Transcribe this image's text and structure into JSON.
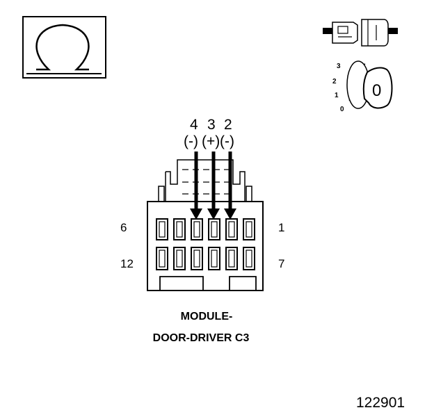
{
  "ohmmeter_icon": {
    "name": "ohm-symbol-icon",
    "symbol": "Ω"
  },
  "connector_icon": {
    "name": "connector-disconnected-icon"
  },
  "ignition_key": {
    "positions": [
      "3",
      "2",
      "1",
      "0"
    ],
    "current": "0"
  },
  "probes": [
    {
      "pin": "4",
      "polarity": "(-)"
    },
    {
      "pin": "3",
      "polarity": "(+)"
    },
    {
      "pin": "2",
      "polarity": "(-)"
    }
  ],
  "pin_labels": {
    "top_left": "6",
    "top_right": "1",
    "bottom_left": "12",
    "bottom_right": "7"
  },
  "connector_title": {
    "line1": "MODULE-",
    "line2": "DOOR-DRIVER C3"
  },
  "figure_number": "122901",
  "colors": {
    "ink": "#000000",
    "paper": "#ffffff"
  }
}
